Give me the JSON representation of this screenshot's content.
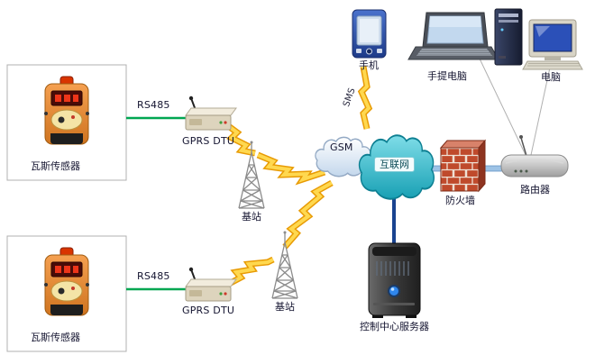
{
  "nodes": {
    "sensor_top": {
      "label": "瓦斯传感器"
    },
    "sensor_bottom": {
      "label": "瓦斯传感器"
    },
    "rs485_top": {
      "label": "RS485"
    },
    "rs485_bottom": {
      "label": "RS485"
    },
    "dtu_top": {
      "label": "GPRS DTU"
    },
    "dtu_bottom": {
      "label": "GPRS DTU"
    },
    "base_top": {
      "label": "基站"
    },
    "base_bottom": {
      "label": "基站"
    },
    "gsm_cloud": {
      "label": "GSM"
    },
    "sms_link": {
      "label": "SMS"
    },
    "phone": {
      "label": "手机"
    },
    "laptop": {
      "label": "手提电脑"
    },
    "desktop": {
      "label": "电脑"
    },
    "internet_cloud": {
      "label": "互联网"
    },
    "firewall": {
      "label": "防火墙"
    },
    "router": {
      "label": "路由器"
    },
    "server": {
      "label": "控制中心服务器"
    }
  },
  "colors": {
    "rs485_line": "#00a651",
    "lightning_fill": "#ffd84f",
    "lightning_edge": "#e89b05",
    "gsm_cloud_fill": "#dce9f6",
    "internet_cloud_fill": "#29b6c5",
    "lan_line": "#9dc3e6",
    "server_line": "#1a4390",
    "firewall_brick": "#bf4a2c"
  }
}
